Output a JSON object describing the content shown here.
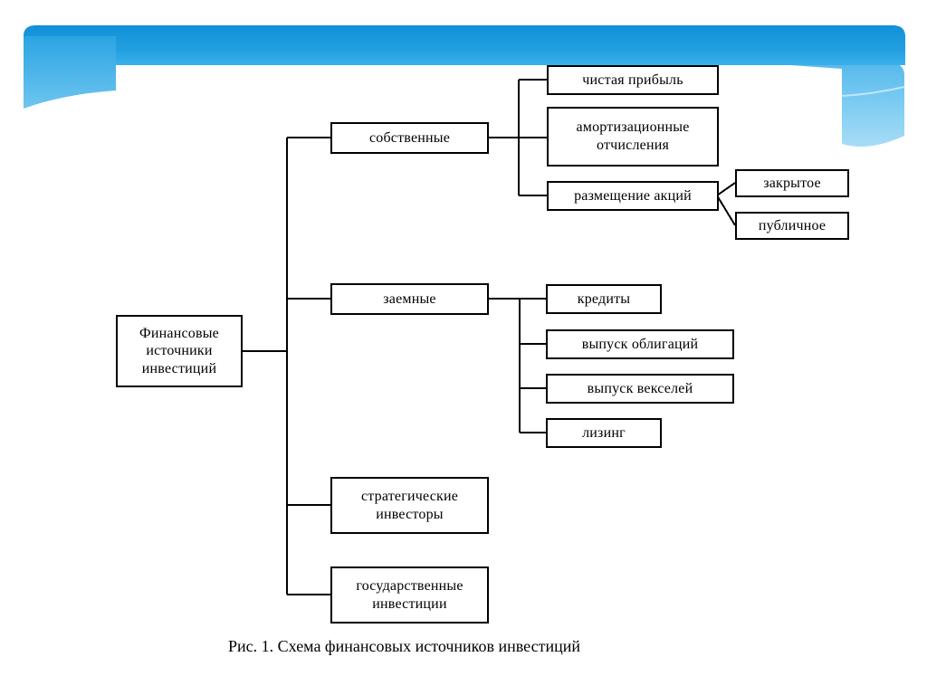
{
  "slide": {
    "background_color": "#ffffff",
    "banner": {
      "name": "decorative-blue-banner",
      "primary_color": "#1f9fdd",
      "gradient_top_color": "#1593d8",
      "gradient_bottom_color": "#36aeea",
      "accent_panel_color": "#8ed2f2"
    },
    "caption": "Рис. 1. Схема финансовых источников инвестиций"
  },
  "chart_data": {
    "type": "diagram",
    "title": "Рис. 1. Схема финансовых источников инвестиций",
    "orientation": "left-to-right tree",
    "root": "Финансовые источники инвестиций",
    "nodes": [
      {
        "id": "root",
        "label": "Финансовые источники инвестиций",
        "level": 0
      },
      {
        "id": "own",
        "label": "собственные",
        "level": 1,
        "parent": "root"
      },
      {
        "id": "borrowed",
        "label": "заемные",
        "level": 1,
        "parent": "root"
      },
      {
        "id": "strategic",
        "label": "стратегические инвесторы",
        "level": 1,
        "parent": "root"
      },
      {
        "id": "state",
        "label": "государственные инвестиции",
        "level": 1,
        "parent": "root"
      },
      {
        "id": "netprofit",
        "label": "чистая прибыль",
        "level": 2,
        "parent": "own"
      },
      {
        "id": "depreciation",
        "label": "амортизационные отчисления",
        "level": 2,
        "parent": "own"
      },
      {
        "id": "shares",
        "label": "размещение акций",
        "level": 2,
        "parent": "own"
      },
      {
        "id": "credits",
        "label": "кредиты",
        "level": 2,
        "parent": "borrowed"
      },
      {
        "id": "bonds",
        "label": "выпуск облигаций",
        "level": 2,
        "parent": "borrowed"
      },
      {
        "id": "bills",
        "label": "выпуск векселей",
        "level": 2,
        "parent": "borrowed"
      },
      {
        "id": "leasing",
        "label": "лизинг",
        "level": 2,
        "parent": "borrowed"
      },
      {
        "id": "closed",
        "label": "закрытое",
        "level": 3,
        "parent": "shares"
      },
      {
        "id": "public",
        "label": "публичное",
        "level": 3,
        "parent": "shares"
      }
    ],
    "edges": [
      {
        "from": "root",
        "to": "own"
      },
      {
        "from": "root",
        "to": "borrowed"
      },
      {
        "from": "root",
        "to": "strategic"
      },
      {
        "from": "root",
        "to": "state"
      },
      {
        "from": "own",
        "to": "netprofit"
      },
      {
        "from": "own",
        "to": "depreciation"
      },
      {
        "from": "own",
        "to": "shares"
      },
      {
        "from": "borrowed",
        "to": "credits"
      },
      {
        "from": "borrowed",
        "to": "bonds"
      },
      {
        "from": "borrowed",
        "to": "bills"
      },
      {
        "from": "borrowed",
        "to": "leasing"
      },
      {
        "from": "shares",
        "to": "closed"
      },
      {
        "from": "shares",
        "to": "public"
      }
    ]
  }
}
